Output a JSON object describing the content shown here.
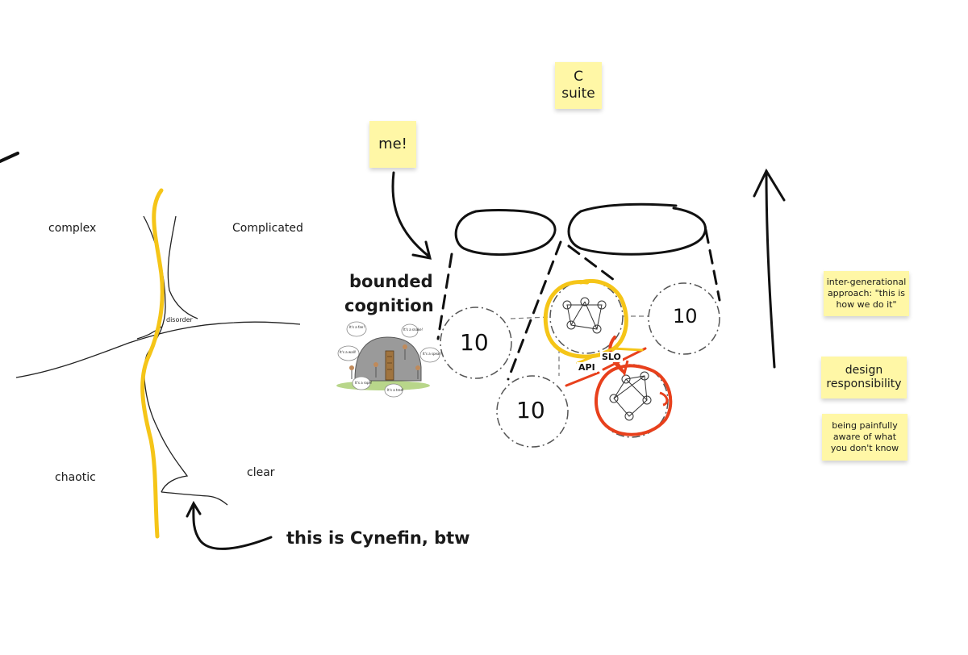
{
  "cynefin": {
    "complex": "complex",
    "complicated": "Complicated",
    "chaotic": "chaotic",
    "clear": "clear",
    "disorder": "disorder",
    "caption": "this is Cynefin, btw"
  },
  "bounded_cognition": {
    "line1": "bounded",
    "line2": "cognition"
  },
  "stickies": {
    "me": "me!",
    "c_suite": {
      "line1": "C",
      "line2": "suite"
    },
    "inter_generational": {
      "line1": "inter-generational",
      "line2": "approach: \"this is",
      "line3": "how we do it\""
    },
    "design_responsibility": {
      "line1": "design",
      "line2": "responsibility"
    },
    "painfully_aware": {
      "line1": "being painfully",
      "line2": "aware of what",
      "line3": "you don't know"
    }
  },
  "teams": {
    "left": "10",
    "bottom": "10",
    "right": "10",
    "api": "API",
    "slo": "SLO"
  },
  "blind_men_bubbles": [
    "It's a fan!",
    "It's a wall!",
    "It's a spear!",
    "It's a snake!",
    "It's a rope!",
    "It's a tree!"
  ],
  "colors": {
    "highlight_yellow": "#f5c518",
    "highlight_red": "#e8401c",
    "sticky": "#fff7a6",
    "ink": "#111111"
  }
}
